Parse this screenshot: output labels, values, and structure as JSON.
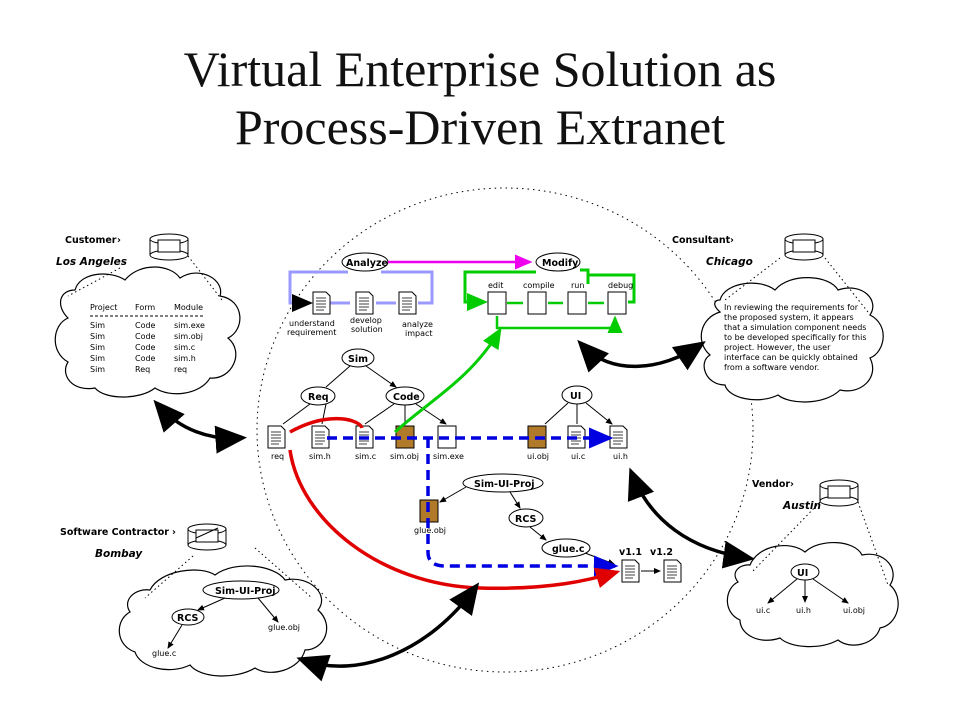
{
  "title": {
    "line1": "Virtual Enterprise Solution as",
    "line2": "Process-Driven Extranet"
  },
  "sites": {
    "customer": {
      "role": "Customer",
      "city": "Los Angeles"
    },
    "consultant": {
      "role": "Consultant",
      "city": "Chicago"
    },
    "contractor": {
      "role": "Software Contractor",
      "city": "Bombay"
    },
    "vendor": {
      "role": "Vendor",
      "city": "Austin"
    }
  },
  "customer_table": {
    "headers": [
      "Project",
      "Form",
      "Module"
    ],
    "rows": [
      [
        "Sim",
        "Code",
        "sim.exe"
      ],
      [
        "Sim",
        "Code",
        "sim.obj"
      ],
      [
        "Sim",
        "Code",
        "sim.c"
      ],
      [
        "Sim",
        "Code",
        "sim.h"
      ],
      [
        "Sim",
        "Req",
        "req"
      ]
    ]
  },
  "consultant_note": [
    "In reviewing the requirements for",
    "the proposed system, it appears",
    "that a simulation component needs",
    "to be developed specifically for this",
    "project.  However, the user",
    "interface can be quickly obtained",
    "from a software vendor."
  ],
  "process": {
    "analyze": "Analyze",
    "modify": "Modify",
    "analyze_steps": [
      "understand requirement",
      "develop solution",
      "analyze impact"
    ],
    "modify_steps": [
      "edit",
      "compile",
      "run",
      "debug"
    ]
  },
  "hub": {
    "sim": "Sim",
    "req": "Req",
    "code": "Code",
    "ui": "UI",
    "sim_files": [
      "req",
      "sim.h",
      "sim.c",
      "sim.obj",
      "sim.exe"
    ],
    "ui_files": [
      "ui.obj",
      "ui.c",
      "ui.h"
    ],
    "simui_proj": "Sim-UI-Proj",
    "rcs": "RCS",
    "glue_c": "glue.c",
    "glue_obj": "glue.obj",
    "versions": [
      "v1.1",
      "v1.2"
    ]
  },
  "contractor_tree": {
    "root": "Sim-UI-Proj",
    "rcs": "RCS",
    "glue_obj": "glue.obj",
    "glue_c": "glue.c"
  },
  "vendor_tree": {
    "root": "UI",
    "leaves": [
      "ui.c",
      "ui.h",
      "ui.obj"
    ]
  },
  "colors": {
    "red": "#e00000",
    "blue": "#0000e0",
    "green": "#00cc00",
    "magenta": "#ee00ee",
    "lavender": "#9999ff",
    "brown": "#b07a2a"
  }
}
